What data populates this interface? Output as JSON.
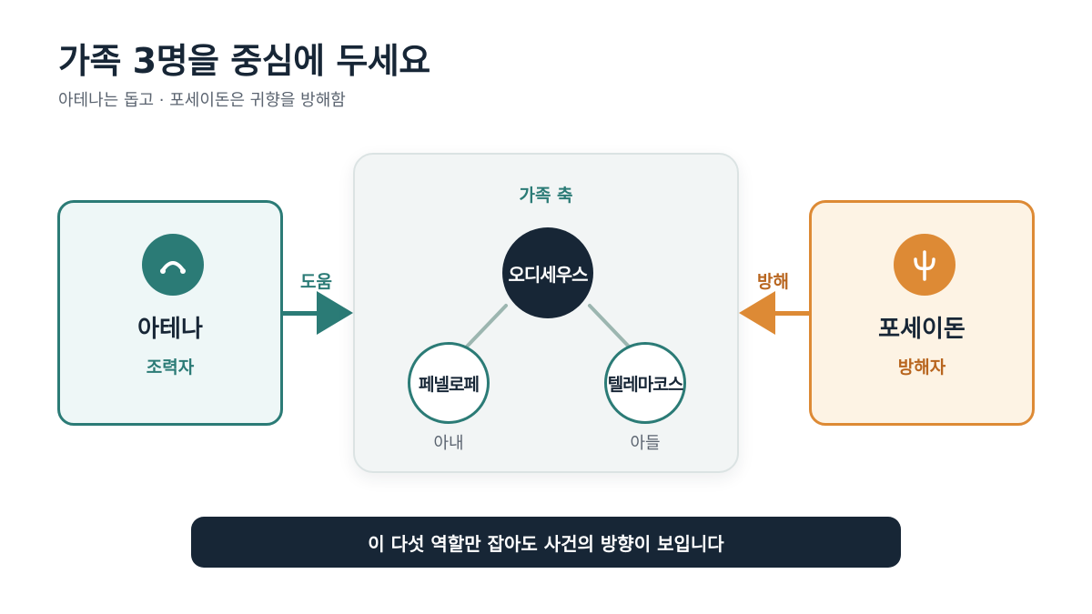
{
  "header": {
    "title": "가족 3명을 중심에 두세요",
    "subtitle": "아테나는 돕고 · 포세이돈은 귀향을 방해함"
  },
  "left_card": {
    "name": "아테나",
    "role": "조력자",
    "icon": "helmet-icon",
    "color": "#2b7b76"
  },
  "right_card": {
    "name": "포세이돈",
    "role": "방해자",
    "icon": "trident-icon",
    "color": "#dd8a35"
  },
  "arrows": {
    "help_label": "도움",
    "hinder_label": "방해"
  },
  "center": {
    "title": "가족 축",
    "main_node": "오디세우스",
    "wife_node": "페넬로페",
    "wife_caption": "아내",
    "son_node": "텔레마코스",
    "son_caption": "아들"
  },
  "footer": {
    "text": "이 다섯 역할만 잡아도 사건의 방향이 보입니다"
  },
  "colors": {
    "navy": "#172636",
    "teal": "#2b7b76",
    "orange": "#dd8a35"
  }
}
